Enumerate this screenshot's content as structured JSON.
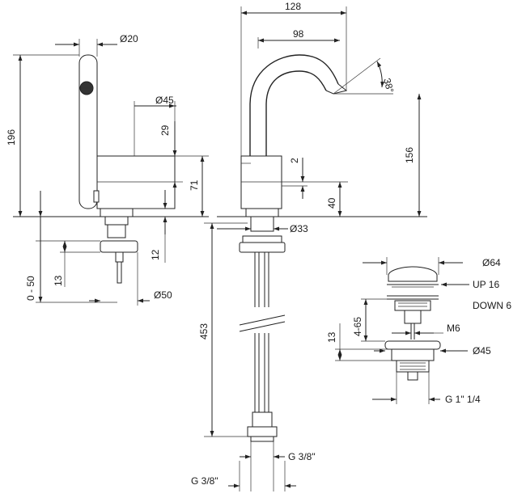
{
  "dimensions": {
    "d20": "Ø20",
    "d45_top": "Ø45",
    "h196": "196",
    "h29": "29",
    "h71": "71",
    "r0_50": "0 - 50",
    "h13_left": "13",
    "h12": "12",
    "d50": "Ø50",
    "w128": "128",
    "w98": "98",
    "a38": "38°",
    "h156": "156",
    "h2": "2",
    "h40": "40",
    "d33": "Ø33",
    "h453": "453",
    "g38_right": "G 3/8\"",
    "g38_left": "G 3/8\"",
    "d64": "Ø64",
    "up16": "UP 16",
    "down6": "DOWN 6",
    "r4_65": "4-65",
    "m6": "M6",
    "h13_waste": "13",
    "d45_waste": "Ø45",
    "g1_14": "G 1\" 1/4"
  }
}
